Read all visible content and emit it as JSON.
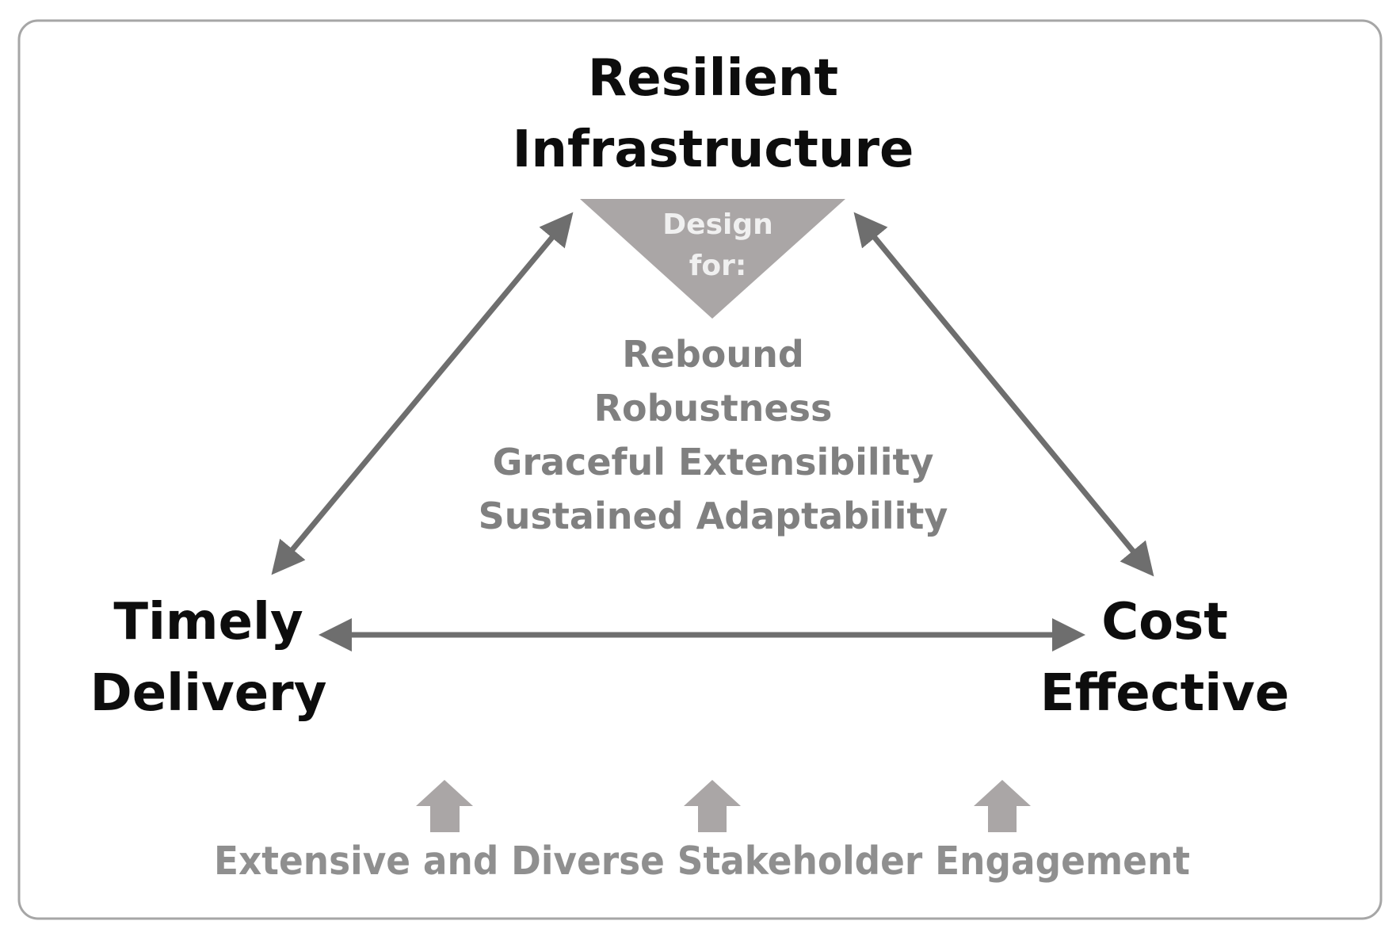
{
  "nodes": {
    "top": {
      "line1": "Resilient",
      "line2": "Infrastructure"
    },
    "left": {
      "line1": "Timely",
      "line2": "Delivery"
    },
    "right": {
      "line1": "Cost",
      "line2": "Effective"
    }
  },
  "design_label": {
    "line1": "Design",
    "line2": "for:"
  },
  "design_goals": [
    "Rebound",
    "Robustness",
    "Graceful Extensibility",
    "Sustained Adaptability"
  ],
  "footer": {
    "label": "Extensive and Diverse Stakeholder Engagement"
  },
  "colors": {
    "frame": "#a6a6a6",
    "arrow": "#6e6e6e",
    "funnel": "#aaa6a6",
    "up_arrow": "#aaa6a6",
    "node_text": "#0d0d0d",
    "goal_text": "#808080",
    "footer_text": "#8f8f8f",
    "design_text": "#f0f0f0"
  },
  "icons": {
    "funnel": "inverted-triangle",
    "bidirectional": "double-headed-arrow",
    "support": "block-up-arrow"
  }
}
